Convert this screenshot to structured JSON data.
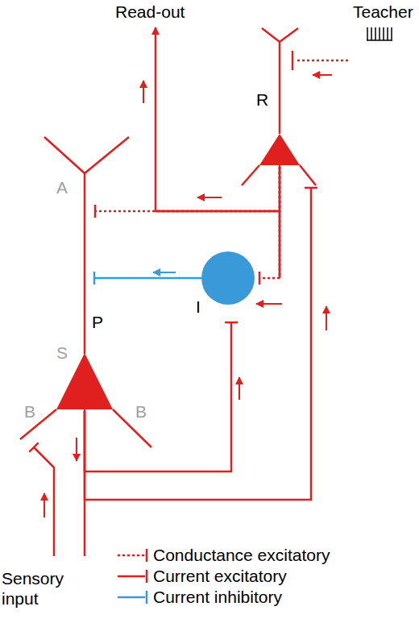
{
  "diagram": {
    "nodes": [
      {
        "text": [
          "R"
        ]
      },
      {
        "text": [
          "I"
        ]
      },
      {
        "text": [
          "P"
        ]
      }
    ],
    "edges": [
      {
        "from": 0,
        "to": 1,
        "arrow": "to"
      },
      {
        "from": 0,
        "to": 2,
        "arrow": "to"
      },
      {
        "from": 1,
        "to": 2,
        "arrow": "to"
      },
      {
        "from": 2,
        "to": 1,
        "arrow": "to"
      },
      {
        "from": 2,
        "to": 0,
        "arrow": "to"
      }
    ],
    "labels": [
      "Read-out",
      "Teacher",
      "A",
      "S",
      "B",
      "B",
      "Sensory input"
    ],
    "legend": [
      {
        "text": "Conductance excitatory"
      },
      {
        "text": "Current excitatory"
      },
      {
        "text": "Current inhibitory"
      }
    ]
  }
}
